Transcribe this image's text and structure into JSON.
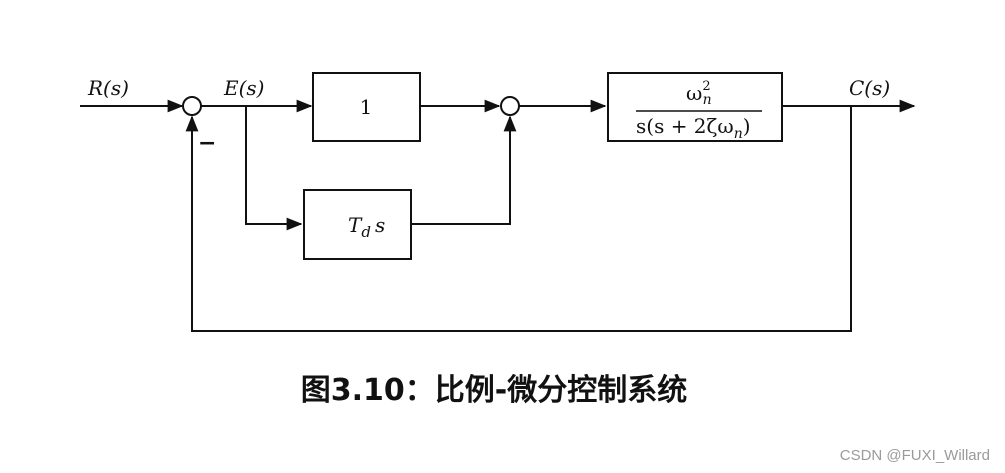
{
  "signals": {
    "input": "R(s)",
    "error": "E(s)",
    "output": "C(s)"
  },
  "feedback_sign": "−",
  "blocks": {
    "proportional": "1",
    "derivative": {
      "symbol": "T",
      "subscript": "d",
      "variable": "s"
    },
    "plant": {
      "numerator": {
        "base": "ω",
        "sub": "n",
        "sup": "2"
      },
      "denominator": "s(s + 2ζω",
      "denominator_sub": "n",
      "denominator_close": ")"
    }
  },
  "caption": "图3.10：比例-微分控制系统",
  "watermark": "CSDN @FUXI_Willard"
}
